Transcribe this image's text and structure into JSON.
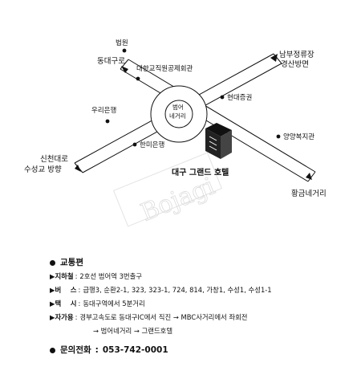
{
  "map": {
    "center_label_1": "범어",
    "center_label_2": "네거리",
    "hotel_name": "대구 그랜드 호텔",
    "watermark": "Bojagi",
    "directions": {
      "northwest": "동대구로",
      "northeast_1": "남부정류장",
      "northeast_2": "경산방면",
      "southwest_1": "신천대로",
      "southwest_2": "수성교 방향",
      "southeast": "황금네거리"
    },
    "landmarks": {
      "court": "법원",
      "mutual_aid": "대한교직원공제회관",
      "securities": "현대증권",
      "woori_bank": "우리은행",
      "hanmi_bank": "한미은행",
      "welfare": "양양복지관"
    }
  },
  "info": {
    "transport_heading": "교통편",
    "subway": {
      "label": "▶지하철",
      "value": "2호선 범어역 3번출구"
    },
    "bus": {
      "label": "▶버    스",
      "value": "급행3, 순환2-1, 323, 323-1, 724, 814, 가창1, 수성1, 수성1-1"
    },
    "taxi": {
      "label": "▶택    시",
      "value": "동대구역에서 5분거리"
    },
    "car": {
      "label": "▶자가용",
      "value_line1": "경부고속도로 동대구IC에서 직진 → MBC사거리에서 좌회전",
      "value_line2": "→ 범어네거리 → 그랜드호텔"
    },
    "contact": {
      "label": "문의전화",
      "value": "053-742-0001"
    }
  }
}
